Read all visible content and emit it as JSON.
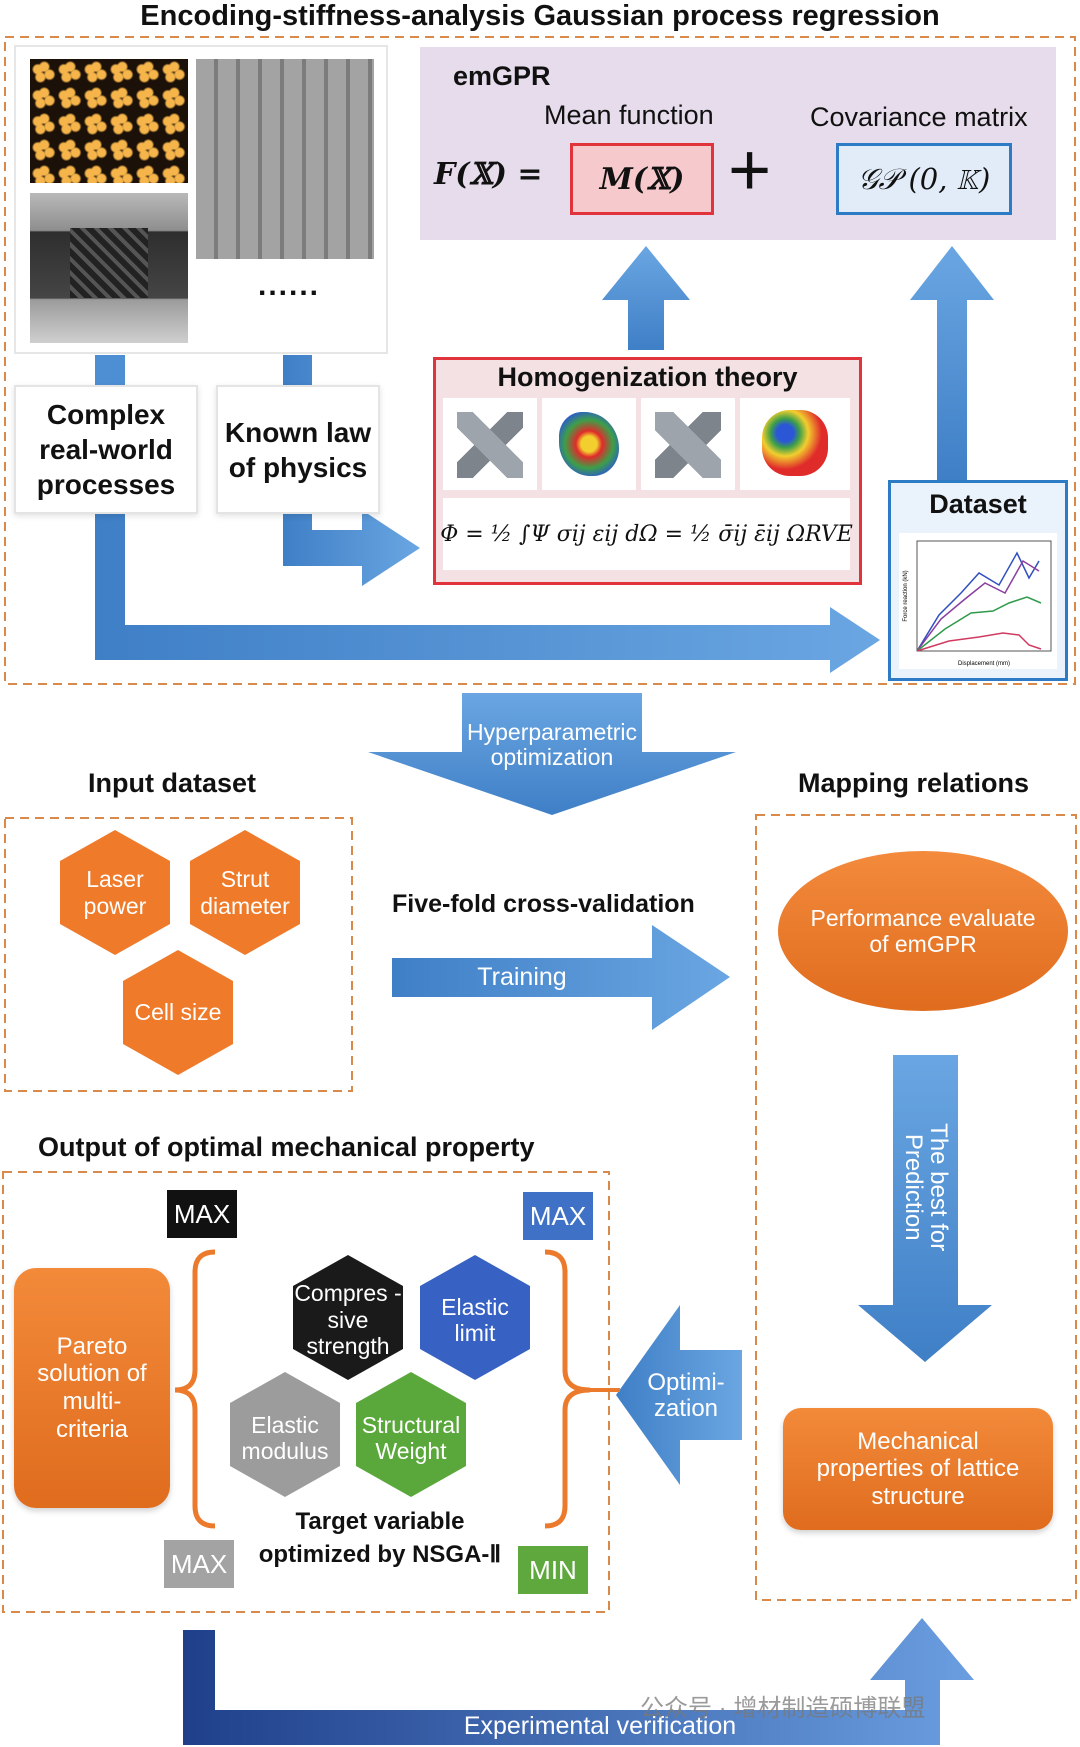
{
  "top": {
    "title": "Encoding-stiffness-analysis Gaussian process regression",
    "emgpr_label": "emGPR",
    "mean_function_label": "Mean function",
    "covariance_label": "Covariance matrix",
    "equation_lhs": "F(𝕏) =",
    "mean_term": "M(𝕏)",
    "plus_symbol": "+",
    "gp_term": "𝒢𝒫 (0, 𝕂)",
    "photo_ellipsis": "......",
    "complex_processes": "Complex real-world processes",
    "known_physics": "Known law of physics",
    "homogenization_title": "Homogenization theory",
    "homogenization_formula": "Φ = ½ ∫Ψ σij εij dΩ = ½ σ̄ij ε̄ij ΩRVE",
    "dataset_title": "Dataset"
  },
  "flow": {
    "hyper_opt": "Hyperparametric optimization",
    "input_dataset_title": "Input dataset",
    "mapping_title": "Mapping relations",
    "crossval_title": "Five-fold cross-validation",
    "training": "Training",
    "inputs": [
      "Laser power",
      "Strut diameter",
      "Cell size"
    ],
    "performance": "Performance evaluate of emGPR",
    "best_prediction": "The best for Prediction",
    "mechanical": "Mechanical properties of lattice structure",
    "optimization": "Optimi- zation"
  },
  "output": {
    "title": "Output of optimal mechanical property",
    "pareto": "Pareto solution of multi- criteria",
    "targets": [
      "Compres -sive strength",
      "Elastic limit",
      "Elastic modulus",
      "Structural Weight"
    ],
    "tags": [
      "MAX",
      "MAX",
      "MAX",
      "MIN"
    ],
    "target_caption_1": "Target variable",
    "target_caption_2": "optimized by NSGA-Ⅱ",
    "experimental": "Experimental verification"
  },
  "watermark": "公众号 · 增材制造硕博联盟",
  "colors": {
    "blue_arrow": "#4e8fd4",
    "orange": "#ec7a2c",
    "panel_purple": "#e6dcec",
    "red_border": "#e0333b",
    "blue_border": "#2c7bc4",
    "dashed_border": "#d9894a",
    "tag_black": "#111111",
    "tag_blue": "#3f71c6",
    "tag_gray": "#a3a3a3",
    "tag_green": "#5ea83e",
    "hex_black": "#1a1a1a",
    "hex_blue": "#3761c2",
    "hex_gray": "#9c9c9c",
    "hex_green": "#5aa83b"
  },
  "dataset_chart": {
    "type": "line",
    "xlabel": "Displacement (mm)",
    "ylabel": "Force reaction (kN)"
  }
}
